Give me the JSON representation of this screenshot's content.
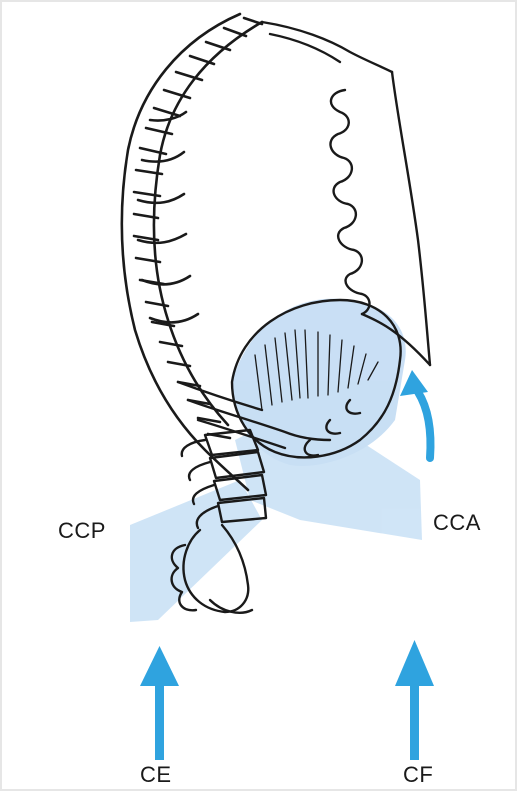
{
  "labels": {
    "ccp": "CCP",
    "cca": "CCA",
    "ce": "CE",
    "cf": "CF"
  },
  "colors": {
    "arrow": "#2fa3df",
    "band": "#a9cff0",
    "line": "#1a1a1a"
  }
}
